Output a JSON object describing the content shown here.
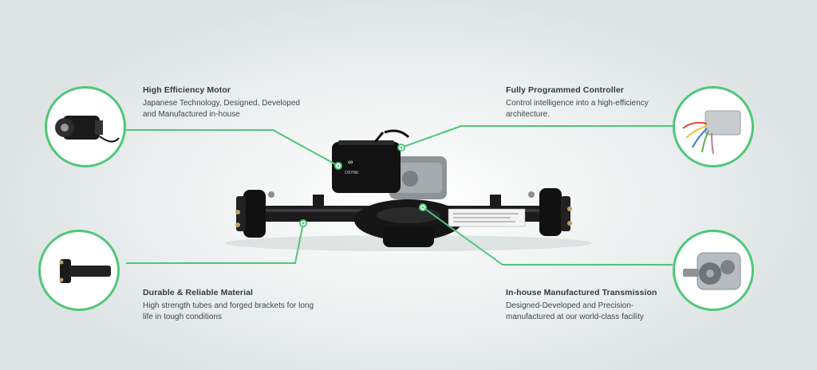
{
  "brand": {
    "logo_text": "OSYNK"
  },
  "features": [
    {
      "title": "High Efficiency Motor",
      "desc": "Japanese Technology, Designed, Developed and Manufactured in-house",
      "icon": "motor-icon"
    },
    {
      "title": "Fully Programmed Controller",
      "desc": "Control intelligence into a high-efficiency architecture.",
      "icon": "controller-icon"
    },
    {
      "title": "Durable & Reliable Material",
      "desc": "High strength tubes and forged brackets for long life in tough conditions",
      "icon": "axle-tube-icon"
    },
    {
      "title": "In-house Manufactured Transmission",
      "desc": "Designed-Developed and Precision-manufactured at our world-class facility",
      "icon": "gearbox-icon"
    }
  ],
  "colors": {
    "accent": "#4fc77a",
    "text_dark": "#2c3e42",
    "axle": "#1a1a1a"
  }
}
